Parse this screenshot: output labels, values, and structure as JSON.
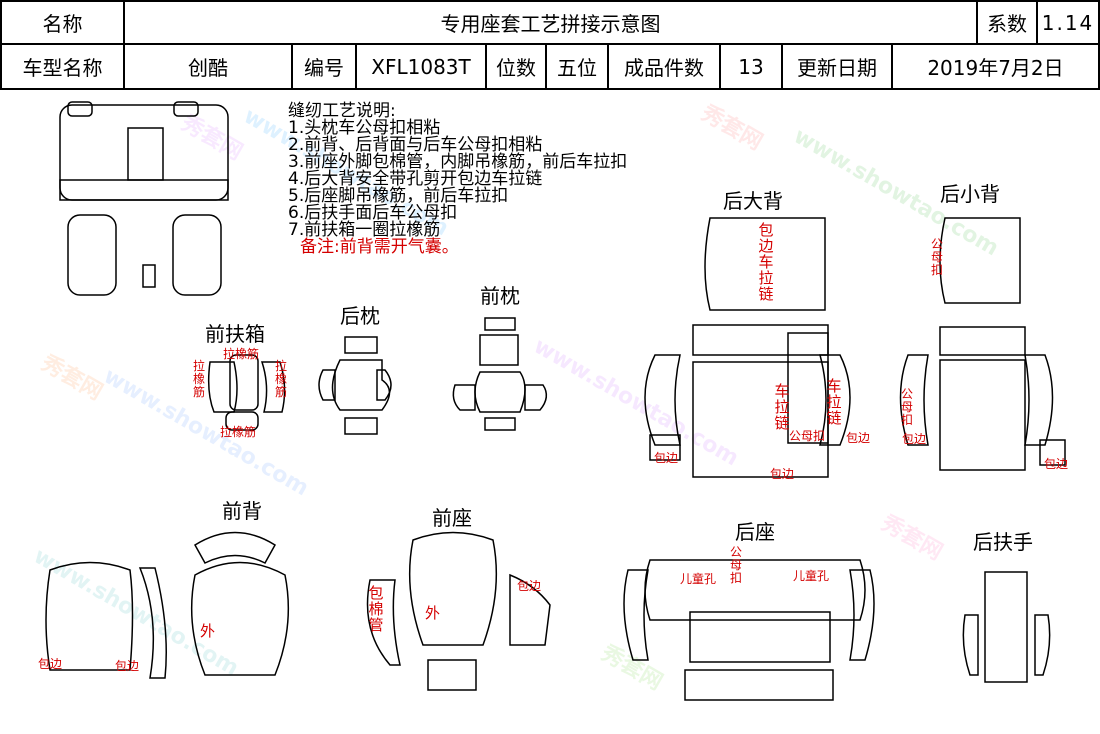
{
  "header": {
    "name_label": "名称",
    "title": "专用座套工艺拼接示意图",
    "coef_label": "系数",
    "coef_value": "1.14",
    "model_label": "车型名称",
    "model_value": "创酷",
    "code_label": "编号",
    "code_value": "XFL1083T",
    "seats_label": "位数",
    "seats_value": "五位",
    "pieces_label": "成品件数",
    "pieces_value": "13",
    "date_label": "更新日期",
    "date_value": "2019年7月2日"
  },
  "notes": {
    "heading": "缝纫工艺说明:",
    "items": [
      "1.头枕车公母扣相粘",
      "2.前背、后背面与后车公母扣相粘",
      "3.前座外脚包棉管，内脚吊橡筋，前后车拉扣",
      "4.后大背安全带孔剪开包边车拉链",
      "5.后座脚吊橡筋，前后车拉扣",
      "6.后扶手面后车公母扣",
      "7.前扶箱一圈拉橡筋"
    ],
    "remark": "备注:前背需开气囊。"
  },
  "sections": {
    "front_armbox": "前扶箱",
    "rear_headrest": "后枕",
    "front_headrest": "前枕",
    "rear_big_back": "后大背",
    "rear_small_back": "后小背",
    "front_back": "前背",
    "front_seat": "前座",
    "rear_seat": "后座",
    "rear_armrest": "后扶手"
  },
  "annotations": {
    "pull_elastic": "拉橡筋",
    "binding_zipper": "包边车拉链",
    "male_female_buckle": "公母扣",
    "zipper": "车拉链",
    "edge_binding": "包边",
    "outer": "外",
    "cotton_tube": "包棉管",
    "child_hole": "儿童孔"
  },
  "watermark": {
    "text_cn": "秀套网",
    "text_url": "www.showtao.com"
  }
}
